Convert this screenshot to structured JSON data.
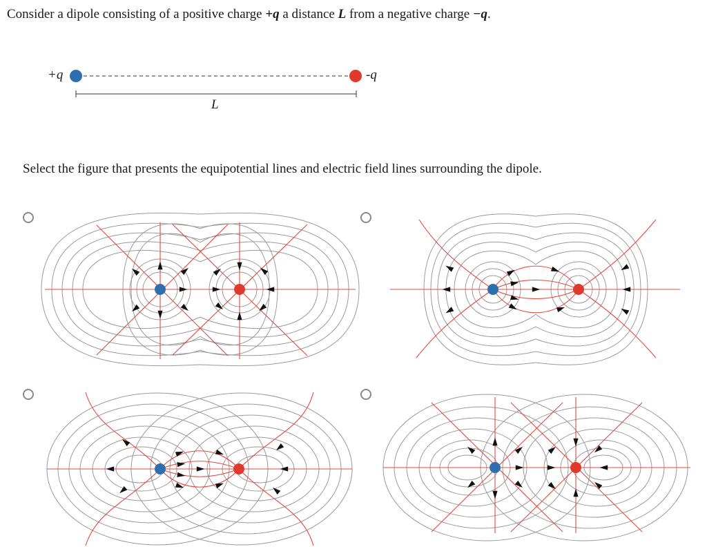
{
  "question": {
    "prefix": "Consider a dipole consisting of a positive charge ",
    "pos_charge": "+q",
    "middle1": " a distance ",
    "distance_symbol": "L",
    "middle2": " from a negative charge ",
    "neg_charge": "−q",
    "suffix": "."
  },
  "dipole_diagram": {
    "pos_label": "+q",
    "neg_label": "-q",
    "length_label": "L",
    "pos_color": "#2f6fb0",
    "neg_color": "#e03a2f"
  },
  "instruction": "Select the figure that presents the equipotential lines and electric field lines surrounding the dipole.",
  "options": [
    {
      "id": "a",
      "selected": false
    },
    {
      "id": "b",
      "selected": false
    },
    {
      "id": "c",
      "selected": false
    },
    {
      "id": "d",
      "selected": false
    }
  ],
  "colors": {
    "field_line": "#e8463a",
    "equipotential": "#9a9a9a",
    "arrow": "#111111",
    "radio_border": "#8a8a8a"
  }
}
